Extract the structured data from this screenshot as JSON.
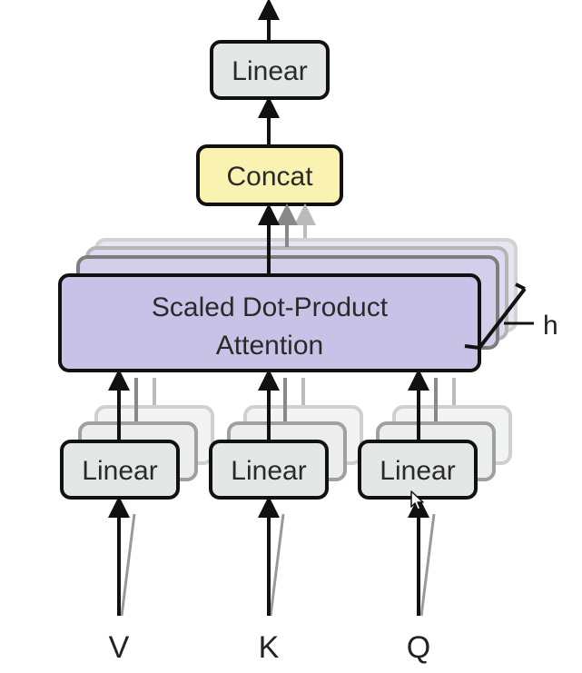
{
  "diagram": {
    "top_linear": "Linear",
    "concat": "Concat",
    "attention_line1": "Scaled Dot-Product",
    "attention_line2": "Attention",
    "head_label": "h",
    "linear_v": "Linear",
    "linear_k": "Linear",
    "linear_q": "Linear",
    "input_v": "V",
    "input_k": "K",
    "input_q": "Q"
  },
  "colors": {
    "linear_fill": "#e3e7e5",
    "concat_fill": "#f9f2b0",
    "attention_fill": "#c8c2e6",
    "stroke": "#111111"
  },
  "icons": {
    "pointer": "mouse-pointer-icon"
  }
}
